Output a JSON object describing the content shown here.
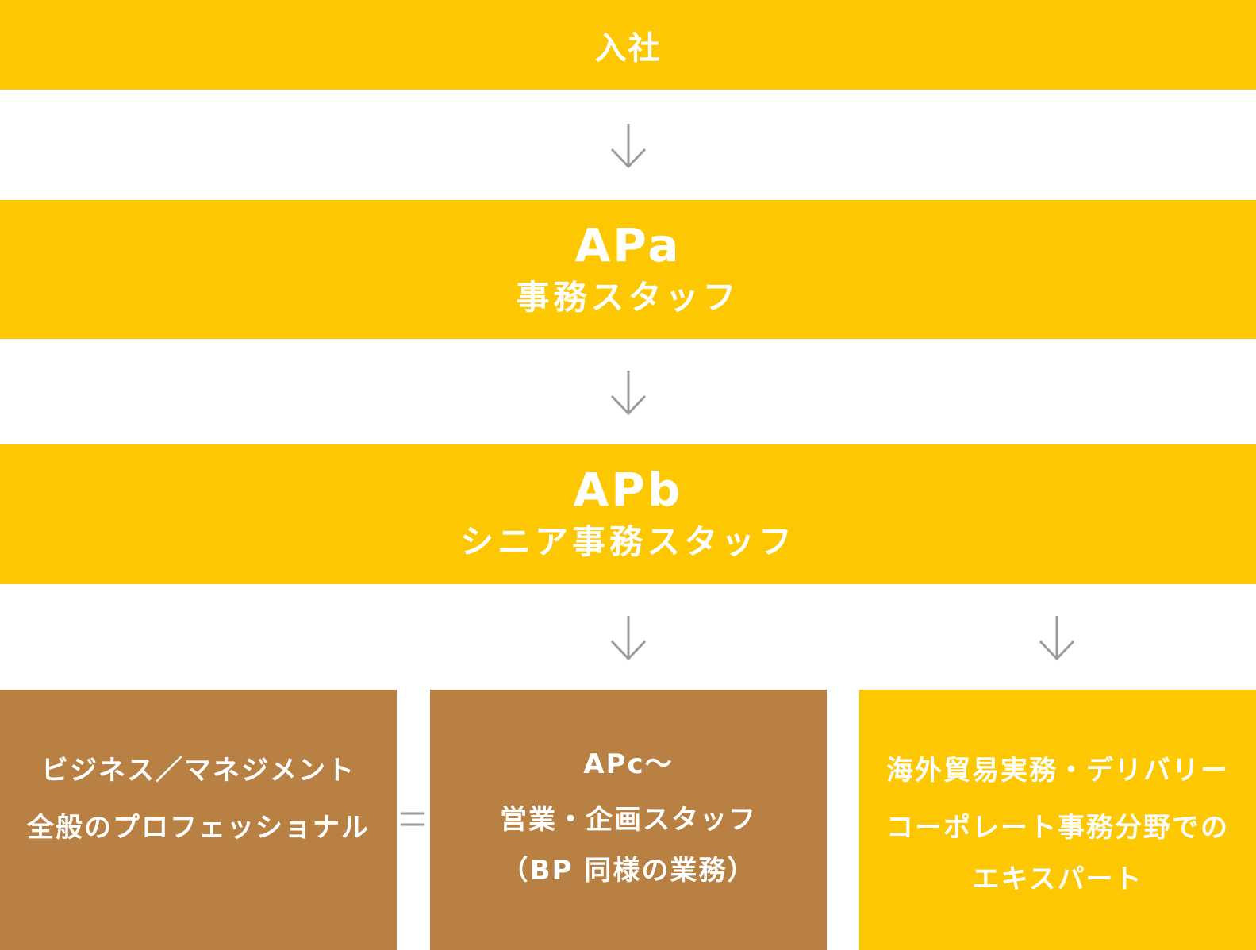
{
  "flow": {
    "entry": {
      "label": "入社"
    },
    "apa": {
      "code": "APa",
      "role": "事務スタッフ"
    },
    "apb": {
      "code": "APb",
      "role": "シニア事務スタッフ"
    }
  },
  "branches": {
    "general": {
      "line1": "ビジネス／マネジメント",
      "line2": "全般のプロフェッショナル"
    },
    "sales": {
      "line1": "APc〜",
      "line2": "営業・企画スタッフ",
      "line3": "（BP 同様の業務）"
    },
    "expert": {
      "line1": "海外貿易実務・デリバリー",
      "line2": "コーポレート事務分野での",
      "line3": "エキスパート"
    }
  },
  "colors": {
    "primary_yellow": "#fdc701",
    "brown": "#b88043",
    "arrow_gray": "#9a9a9a",
    "text_white": "#ffffff"
  },
  "icons": {
    "arrow": "arrow-down-icon",
    "equals": "equals-icon"
  }
}
